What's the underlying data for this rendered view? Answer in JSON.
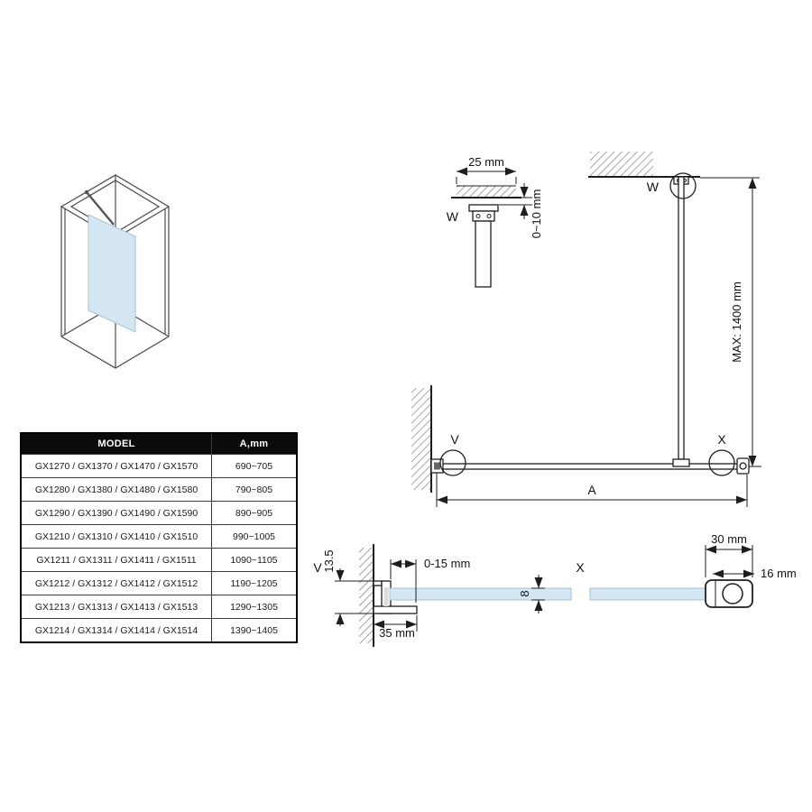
{
  "table": {
    "header": {
      "model": "MODEL",
      "a": "A,mm"
    },
    "rows": [
      {
        "model": "GX1270 / GX1370 / GX1470 / GX1570",
        "a": "690~705"
      },
      {
        "model": "GX1280 / GX1380 / GX1480 / GX1580",
        "a": "790~805"
      },
      {
        "model": "GX1290 / GX1390 / GX1490 / GX1590",
        "a": "890~905"
      },
      {
        "model": "GX1210 / GX1310 / GX1410 / GX1510",
        "a": "990~1005"
      },
      {
        "model": "GX1211 / GX1311 / GX1411 / GX1511",
        "a": "1090~1105"
      },
      {
        "model": "GX1212 / GX1312 / GX1412 / GX1512",
        "a": "1190~1205"
      },
      {
        "model": "GX1213 / GX1313 / GX1413 / GX1513",
        "a": "1290~1305"
      },
      {
        "model": "GX1214 / GX1314 / GX1414 / GX1514",
        "a": "1390~1405"
      }
    ]
  },
  "diagram": {
    "ceiling_detail": {
      "callout": "W",
      "width": "25 mm",
      "gap": "0~10 mm"
    },
    "overview": {
      "ceiling_callout": "W",
      "wall_callout": "V",
      "end_callout": "X",
      "max_height": "MAX: 1400 mm",
      "span_label": "A"
    },
    "wall_detail": {
      "callout": "V",
      "height": "13.5",
      "adjust_range": "0-15 mm",
      "depth": "35 mm",
      "glass_thickness": "8"
    },
    "end_detail": {
      "callout": "X",
      "length": "30 mm",
      "height": "16 mm"
    }
  }
}
